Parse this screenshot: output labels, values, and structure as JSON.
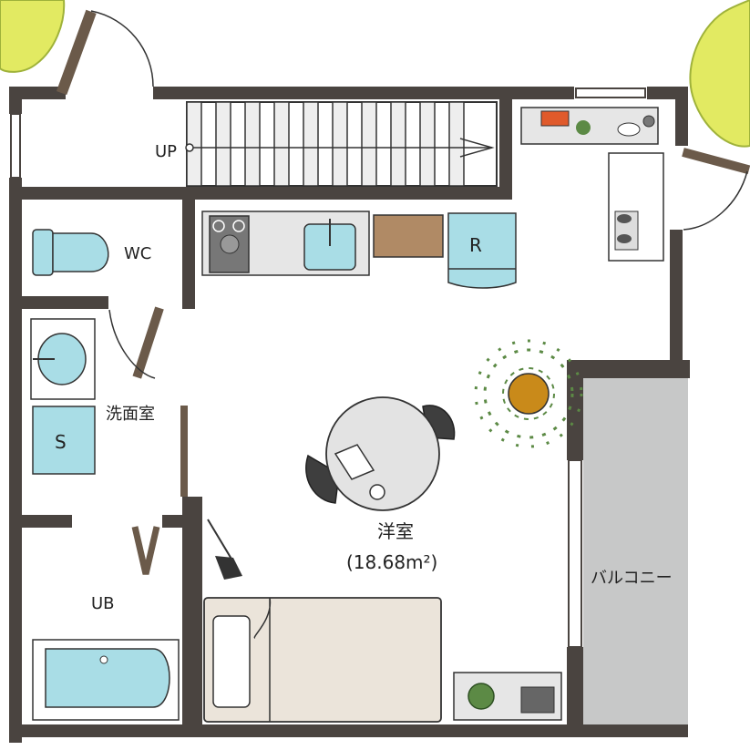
{
  "labels": {
    "up": "UP",
    "wc": "WC",
    "washroom": "洗面室",
    "washer": "S",
    "fridge": "R",
    "bath": "UB",
    "room": "洋室",
    "area": "(18.68m²)",
    "balcony": "バルコニー"
  },
  "colors": {
    "wall": "#4a4440",
    "fixture_blue": "#a9dde6",
    "counter_gray": "#e6e6e6",
    "table_gray": "#e3e3e3",
    "bed_beige": "#ebe4da",
    "balcony_gray": "#c7c8c8",
    "cutting_board": "#b08a65",
    "tree_green": "#e2ea62",
    "plant_pot": "#c98a1a",
    "leaf_green": "#5c8a45"
  },
  "icons": [
    "stove-icon",
    "sink-icon",
    "toilet-icon",
    "basin-icon",
    "washer-icon",
    "fridge-icon",
    "bathtub-icon",
    "bed-icon",
    "plant-icon",
    "chair-icon",
    "table-icon",
    "book-icon",
    "tree-icon",
    "shoe-icon",
    "umbrella-icon"
  ]
}
